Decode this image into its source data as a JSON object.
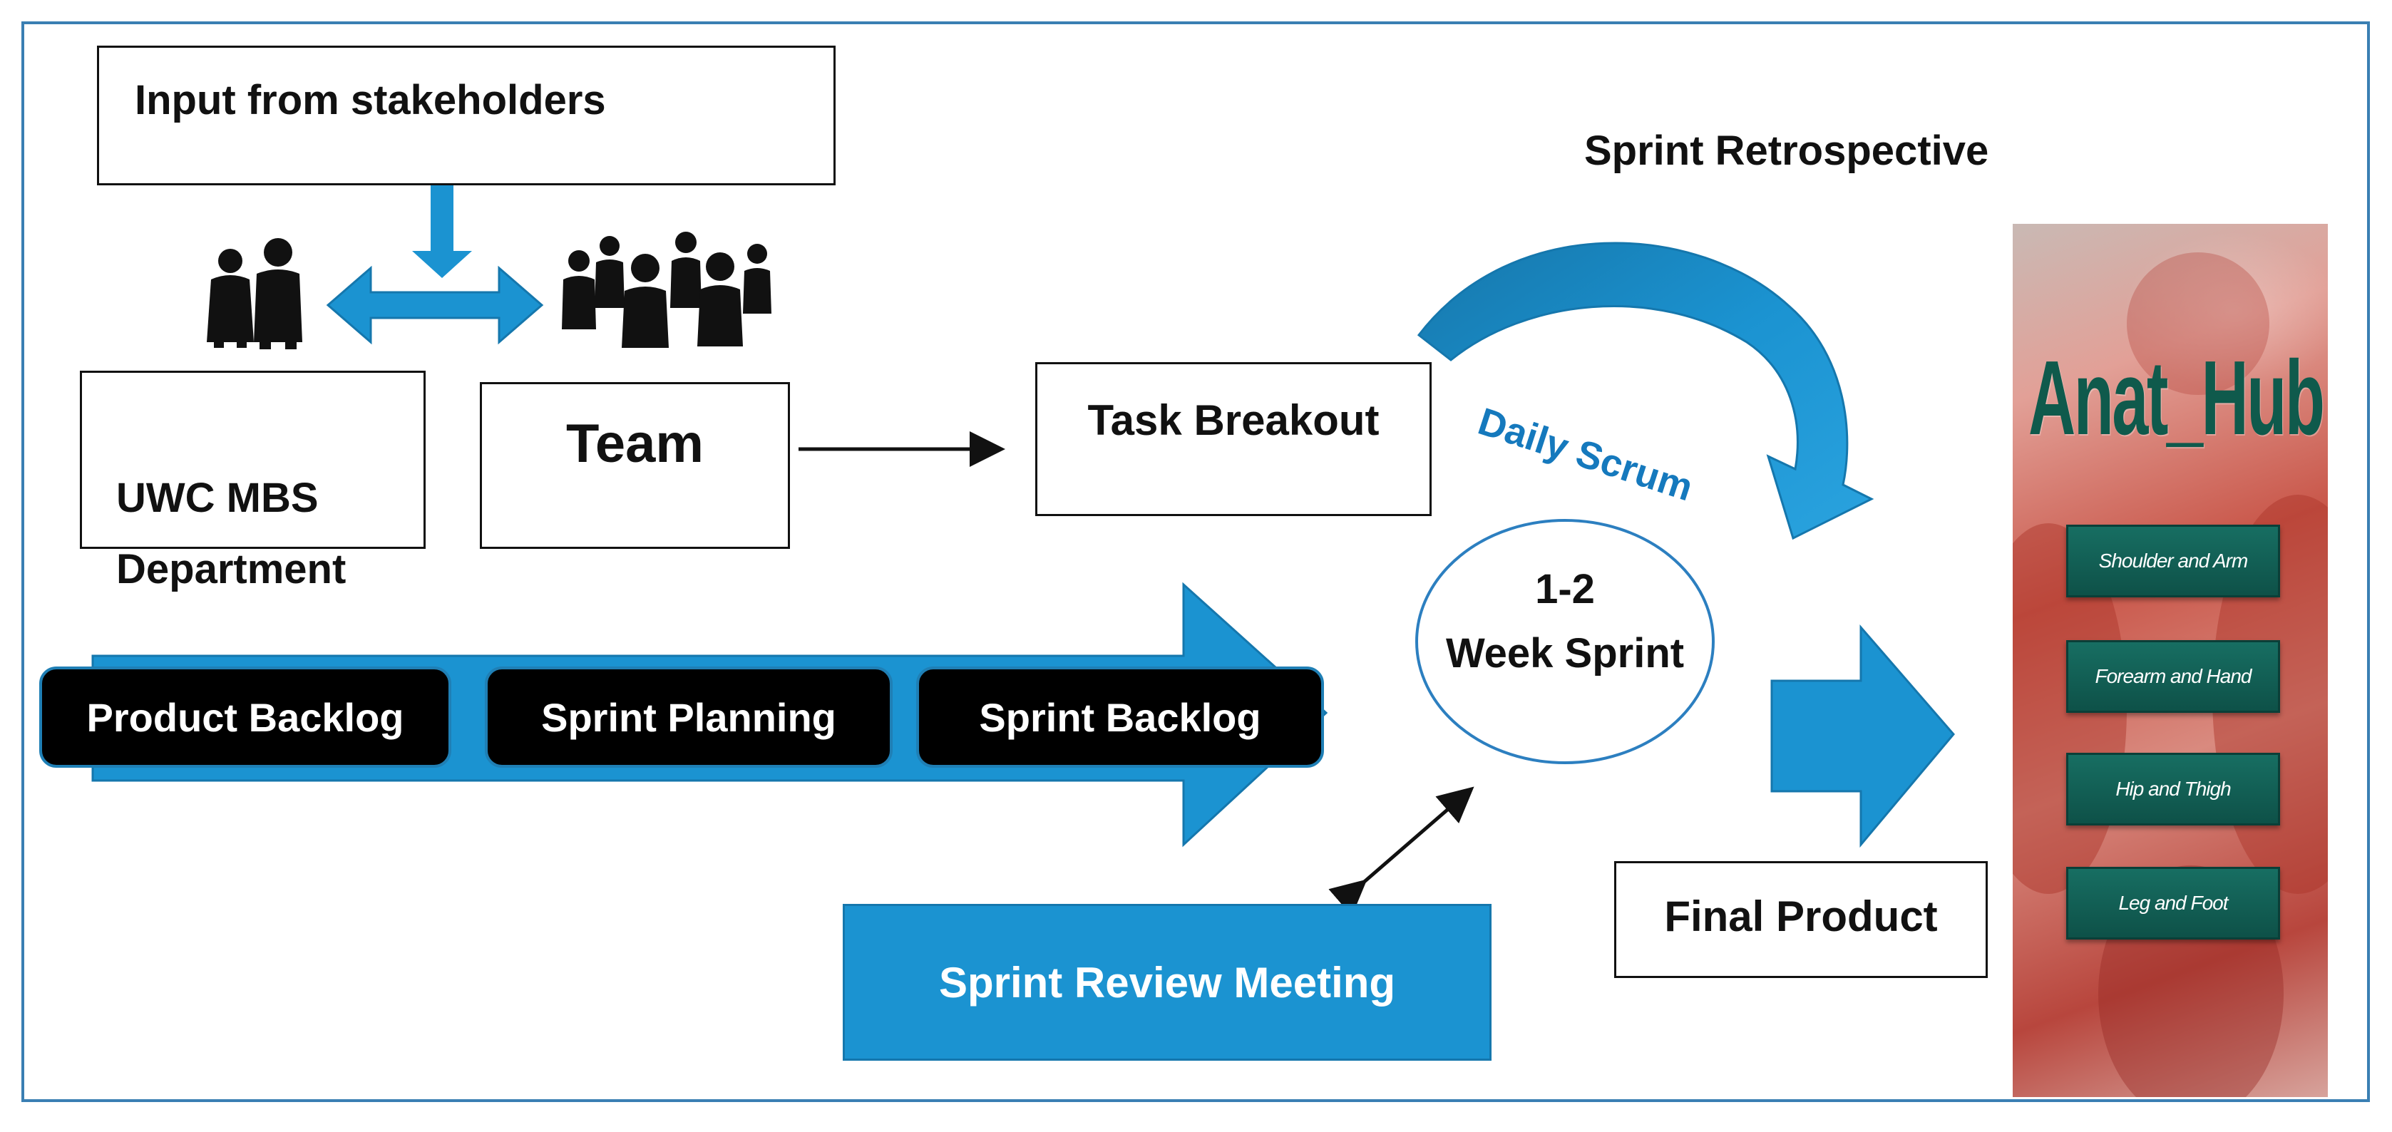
{
  "stakeholders_box": "Input from stakeholders",
  "department_box": "UWC MBS\nDepartment",
  "team_box": "Team",
  "task_breakout_box": "Task Breakout",
  "sprint_retrospective_label": "Sprint Retrospective",
  "daily_scrum_label": "Daily Scrum",
  "sprint_circle": {
    "line1": "1-2",
    "line2": "Week Sprint"
  },
  "backlog_pills": [
    "Product Backlog",
    "Sprint Planning",
    "Sprint Backlog"
  ],
  "review_meeting_box": "Sprint Review Meeting",
  "final_product_box": "Final Product",
  "app_preview": {
    "title": "Anat_Hub",
    "menu_items": [
      "Shoulder and Arm",
      "Forearm and Hand",
      "Hip and Thigh",
      "Leg and Foot"
    ]
  },
  "colors": {
    "accent_blue": "#1b93d1",
    "dark_text": "#111111",
    "anat_green": "#0f5a4c"
  },
  "icons": [
    "department-people-icon",
    "team-group-icon"
  ]
}
